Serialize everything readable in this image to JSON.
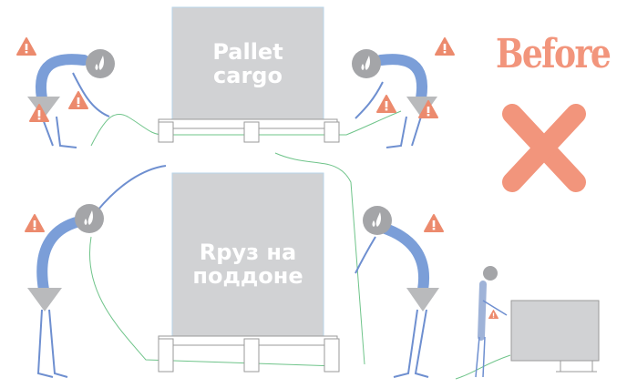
{
  "top_box": {
    "line1": "Pallet",
    "line2": "cargo"
  },
  "bottom_box": {
    "line1": "Rруз на",
    "line2": "поддоне"
  },
  "status": {
    "label": "Before",
    "mark": "cross-icon"
  },
  "colors": {
    "box": "#d1d2d4",
    "spine": "#7b9ed8",
    "warning": "#ec8a6d",
    "head": "#a4a5a8",
    "cross": "#f2957c",
    "wire": "#6fc48a"
  }
}
